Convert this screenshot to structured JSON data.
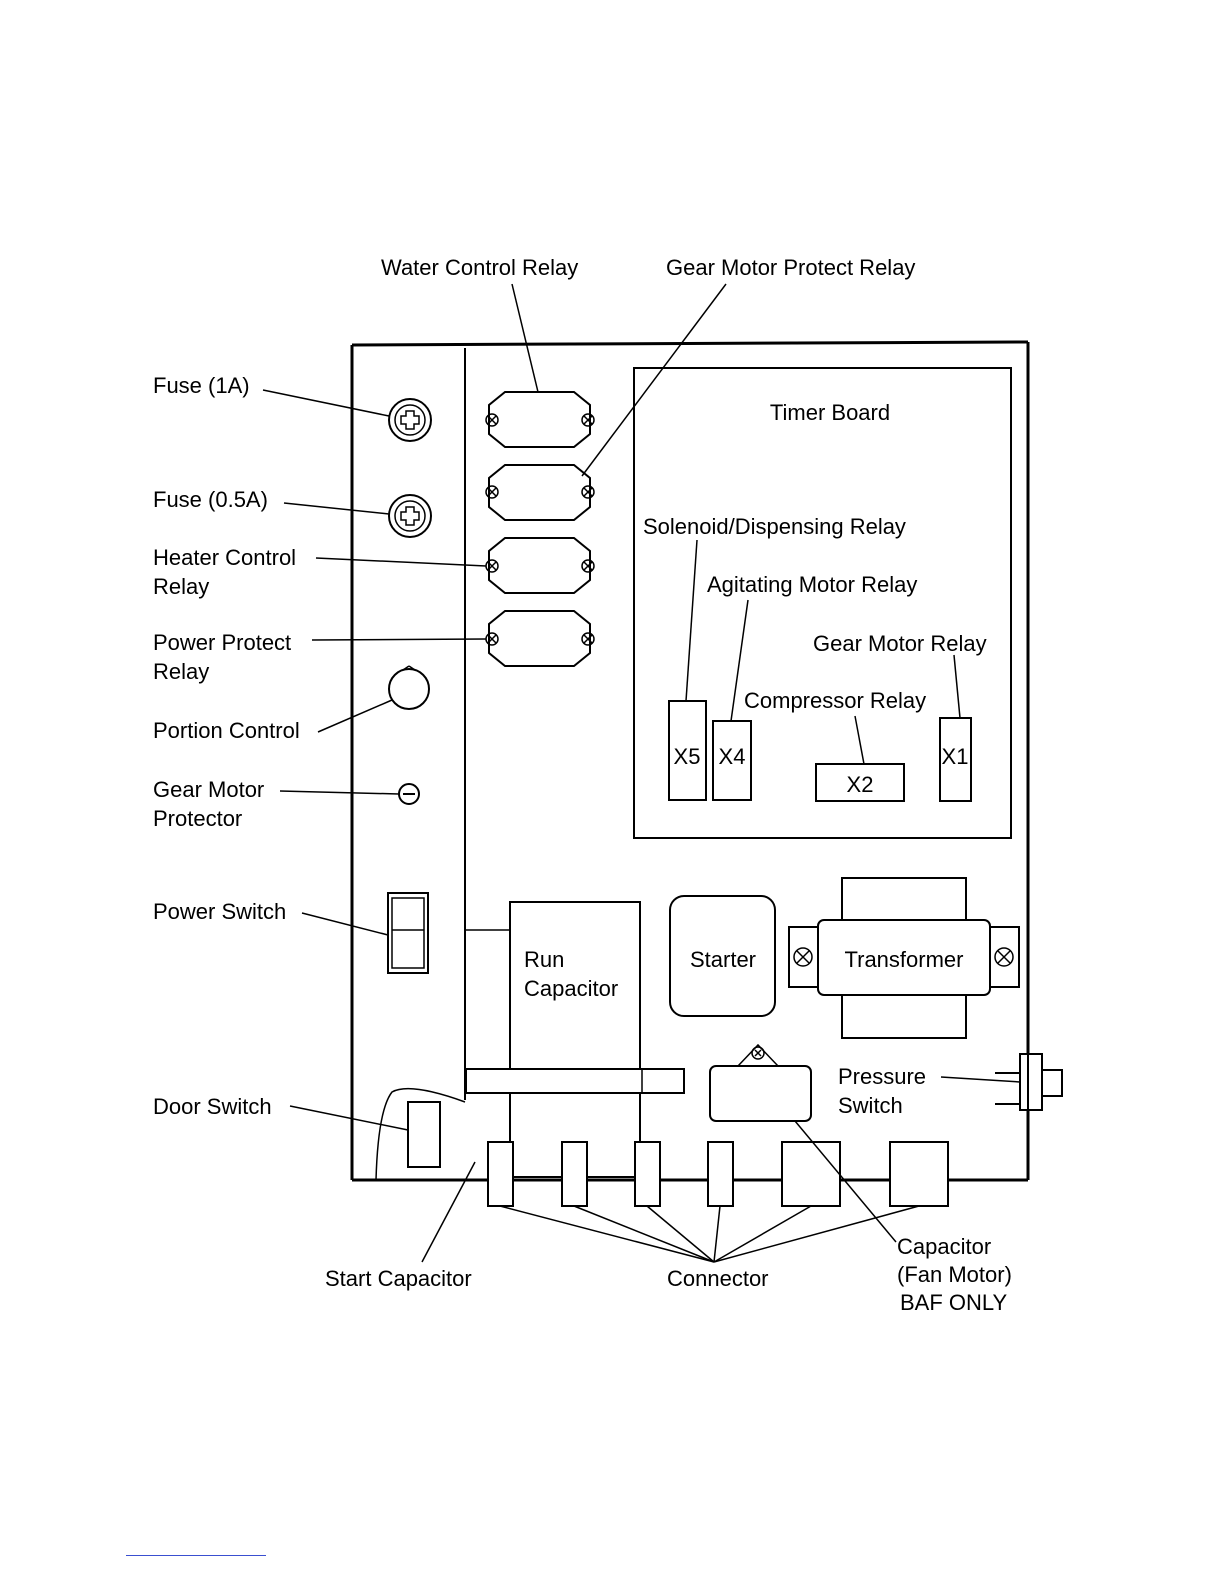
{
  "labels": {
    "water_control_relay": "Water Control Relay",
    "gear_motor_protect_relay": "Gear Motor Protect Relay",
    "fuse_1a": "Fuse (1A)",
    "fuse_05a": "Fuse (0.5A)",
    "heater_control_relay_1": "Heater Control",
    "heater_control_relay_2": "Relay",
    "power_protect_relay_1": "Power Protect",
    "power_protect_relay_2": "Relay",
    "portion_control": "Portion Control",
    "gear_motor_protector_1": "Gear Motor",
    "gear_motor_protector_2": "Protector",
    "power_switch": "Power Switch",
    "door_switch": "Door Switch",
    "start_capacitor": "Start Capacitor",
    "connector": "Connector",
    "capacitor_fan_1": "Capacitor",
    "capacitor_fan_2": "(Fan Motor)",
    "capacitor_fan_3": "BAF ONLY",
    "pressure_switch_1": "Pressure",
    "pressure_switch_2": "Switch",
    "run_capacitor_1": "Run",
    "run_capacitor_2": "Capacitor",
    "starter": "Starter",
    "transformer": "Transformer",
    "timer_board": "Timer Board",
    "solenoid_relay": "Solenoid/Dispensing Relay",
    "agitating_motor_relay": "Agitating Motor Relay",
    "gear_motor_relay": "Gear Motor Relay",
    "compressor_relay": "Compressor Relay",
    "x5": "X5",
    "x4": "X4",
    "x2": "X2",
    "x1": "X1"
  }
}
